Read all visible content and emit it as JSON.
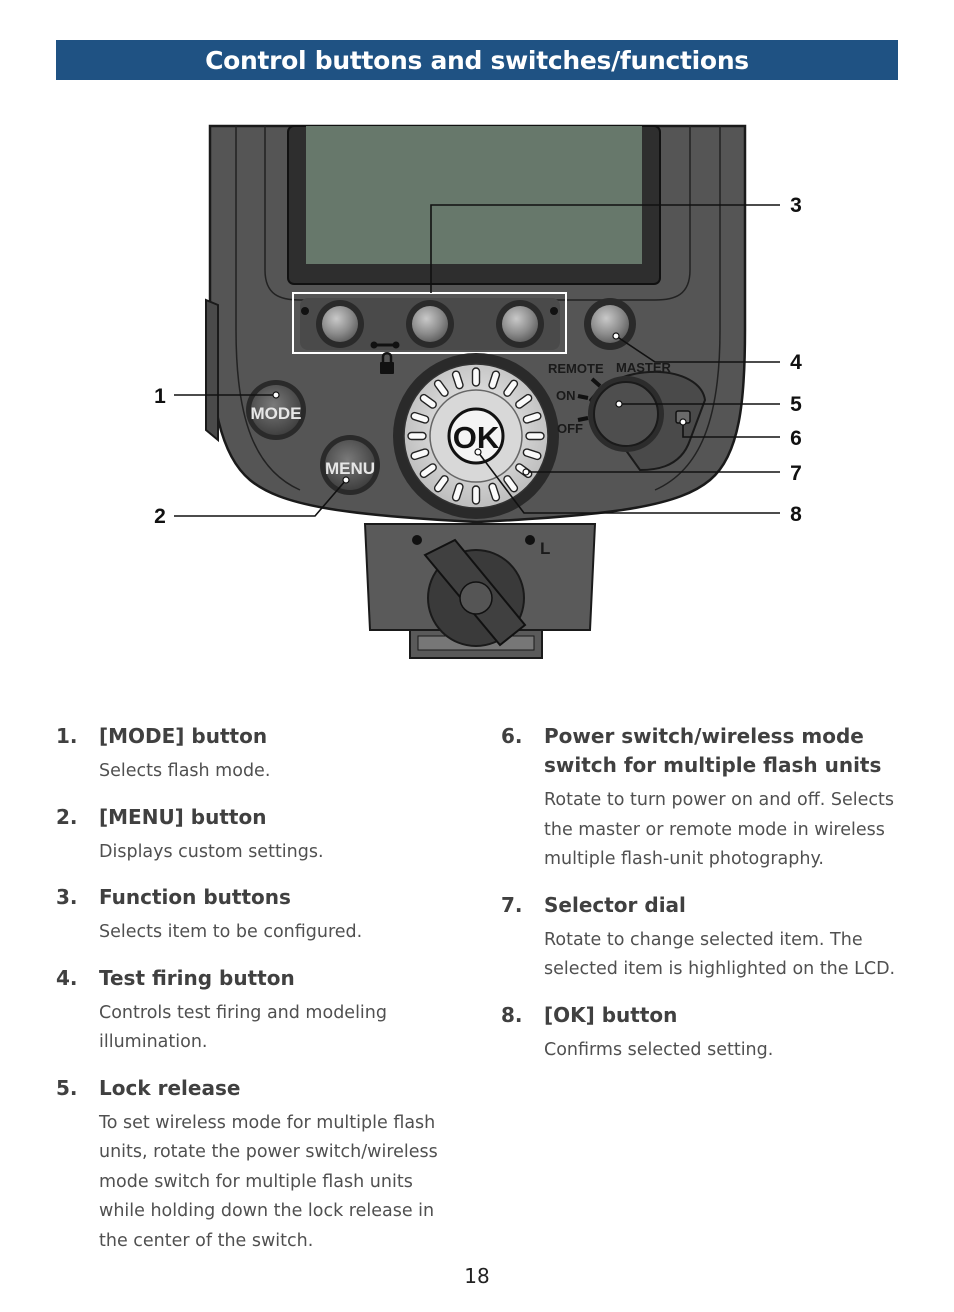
{
  "header": {
    "title": "Control buttons and switches/functions"
  },
  "diagram": {
    "button_labels": {
      "mode": "MODE",
      "menu": "MENU",
      "ok": "OK"
    },
    "switch_labels": {
      "remote": "REMOTE",
      "master": "MASTER",
      "on": "ON",
      "off": "OFF"
    },
    "foot_label": "L",
    "callouts": [
      "1",
      "2",
      "3",
      "4",
      "5",
      "6",
      "7",
      "8"
    ]
  },
  "items_left": [
    {
      "num": "1.",
      "title": "[MODE] button",
      "desc": "Selects flash mode."
    },
    {
      "num": "2.",
      "title": "[MENU] button",
      "desc": "Displays custom settings."
    },
    {
      "num": "3.",
      "title": "Function buttons",
      "desc": "Selects item to be configured."
    },
    {
      "num": "4.",
      "title": "Test firing button",
      "desc": "Controls test firing and modeling illumination."
    },
    {
      "num": "5.",
      "title": "Lock release",
      "desc": "To set wireless mode for multiple flash units, rotate the power switch/wireless mode switch for multiple flash units while holding down the lock release in the center of the switch."
    }
  ],
  "items_right": [
    {
      "num": "6.",
      "title": "Power switch/wireless mode switch for multiple flash units",
      "desc": "Rotate to turn power on and off. Selects the master or remote mode in wireless multiple flash-unit photography."
    },
    {
      "num": "7.",
      "title": "Selector dial",
      "desc": "Rotate to change selected item. The selected item is highlighted on the LCD."
    },
    {
      "num": "8.",
      "title": "[OK] button",
      "desc": "Confirms selected setting."
    }
  ],
  "footer": {
    "page_number": "18"
  }
}
